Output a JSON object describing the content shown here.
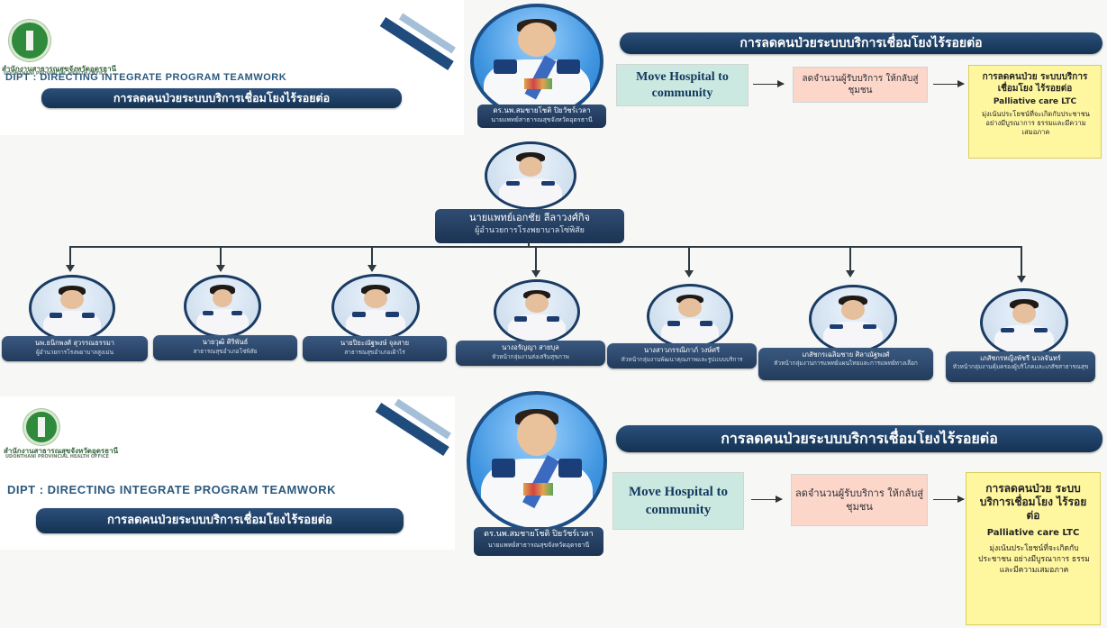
{
  "header": {
    "logo_caption": "สำนักงานสาธารณสุขจังหวัดอุดรธานี",
    "logo_sub": "UDONTHANI PROVINCIAL HEALTH OFFICE",
    "dipt_title": "DIPT : DIRECTING INTEGRATE PROGRAM TEAMWORK",
    "banner": "การลดคนป่วยระบบบริการเชื่อมโยงไร้รอยต่อ"
  },
  "leader": {
    "name": "ดร.นพ.สมชายโชติ ปิยวัชร์เวลา",
    "title": "นายแพทย์สาธารณสุขจังหวัดอุดรธานี"
  },
  "flow": {
    "header": "การลดคนป่วยระบบบริการเชื่อมโยงไร้รอยต่อ",
    "step1": "Move Hospital to community",
    "step2": "ลดจำนวนผู้รับบริการ ให้กลับสู่ชุมชน",
    "step3_title": "การลดคนป่วย ระบบบริการเชื่อมโยง ไร้รอยต่อ",
    "step3_sub": "Palliative care LTC",
    "step3_bullet": "มุ่งเน้นประโยชน์ที่จะเกิดกับประชาชน อย่างมีบูรณาการ ธรรมและมีความเสมอภาค"
  },
  "director": {
    "name": "นายแพทย์เอกชัย ลีลาวงศ์กิจ",
    "title": "ผู้อำนวยการโรงพยาบาลโซ่พิสัย"
  },
  "staff": [
    {
      "name": "นพ.ธนิกพงศ์ สุวรรณธรรมา",
      "title": "ผู้อำนวยการโรงพยาบาลสูงเม่น"
    },
    {
      "name": "นายวุฒิ ศิริพันธ์",
      "title": "สาธารณสุขอำเภอโซ่พิสัย"
    },
    {
      "name": "นายปิยะณัฐพงษ์ จุลสาย",
      "title": "สาธารณสุขอำเภอเฝ้าไร่"
    },
    {
      "name": "นางอรัญญา สายบุล",
      "title": "หัวหน้ากลุ่มงานส่งเสริมสุขภาพ"
    },
    {
      "name": "นางสาวภรรณิภาภ์ วงษ์ศรี",
      "title": "หัวหน้ากลุ่มงานพัฒนาคุณภาพและรูปแบบบริการ"
    },
    {
      "name": "เภสัชกรเฉลิมชาย ศิลาณัฐพงศ์",
      "title": "หัวหน้ากลุ่มงานการแพทย์แผนไทยและการแพทย์ทางเลือก"
    },
    {
      "name": "เภสัชกรหญิงพัชรี นวลจันทร์",
      "title": "หัวหน้ากลุ่มงานคุ้มครองผู้บริโภคและเภสัชสาธารณสุข"
    }
  ]
}
